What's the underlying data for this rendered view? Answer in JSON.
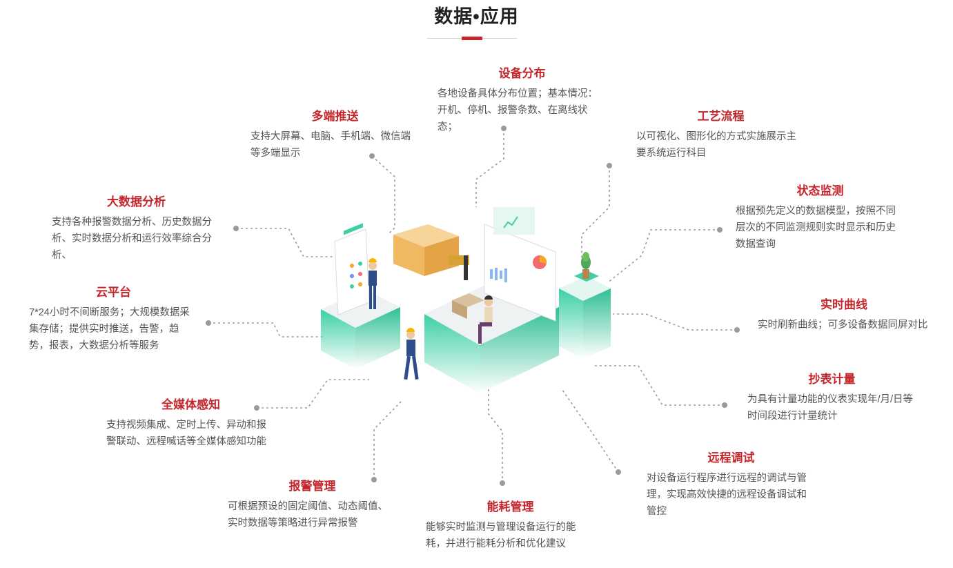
{
  "title": "数据•应用",
  "colors": {
    "accent": "#c4262c",
    "text": "#555555",
    "platform": "#3dcfa5"
  },
  "features": {
    "device_distribution": {
      "title": "设备分布",
      "desc": "各地设备具体分布位置；基本情况：开机、停机、报警条数、在离线状态；"
    },
    "multi_push": {
      "title": "多端推送",
      "desc": "支持大屏幕、电脑、手机端、微信端等多端显示"
    },
    "process_flow": {
      "title": "工艺流程",
      "desc": "以可视化、图形化的方式实施展示主要系统运行科目"
    },
    "big_data": {
      "title": "大数据分析",
      "desc": "支持各种报警数据分析、历史数据分析、实时数据分析和运行效率综合分析、"
    },
    "status_monitor": {
      "title": "状态监测",
      "desc": "根据预先定义的数据模型，按照不同层次的不同监测规则实时显示和历史数据查询"
    },
    "cloud": {
      "title": "云平台",
      "desc": "7*24小时不间断服务；大规模数据采集存储；提供实时推送，告警，趋势，报表，大数据分析等服务"
    },
    "realtime_curve": {
      "title": "实时曲线",
      "desc": "实时刷新曲线；可多设备数据同屏对比"
    },
    "meter_reading": {
      "title": "抄表计量",
      "desc": "为具有计量功能的仪表实现年/月/日等时间段进行计量统计"
    },
    "all_media": {
      "title": "全媒体感知",
      "desc": "支持视频集成、定时上传、异动和报警联动、远程喊话等全媒体感知功能"
    },
    "alarm": {
      "title": "报警管理",
      "desc": "可根据预设的固定阈值、动态阈值、实时数据等策略进行异常报警"
    },
    "energy": {
      "title": "能耗管理",
      "desc": "能够实时监测与管理设备运行的能耗，并进行能耗分析和优化建议"
    },
    "remote_debug": {
      "title": "远程调试",
      "desc": "对设备运行程序进行远程的调试与管理，实现高效快捷的远程设备调试和管控"
    }
  }
}
